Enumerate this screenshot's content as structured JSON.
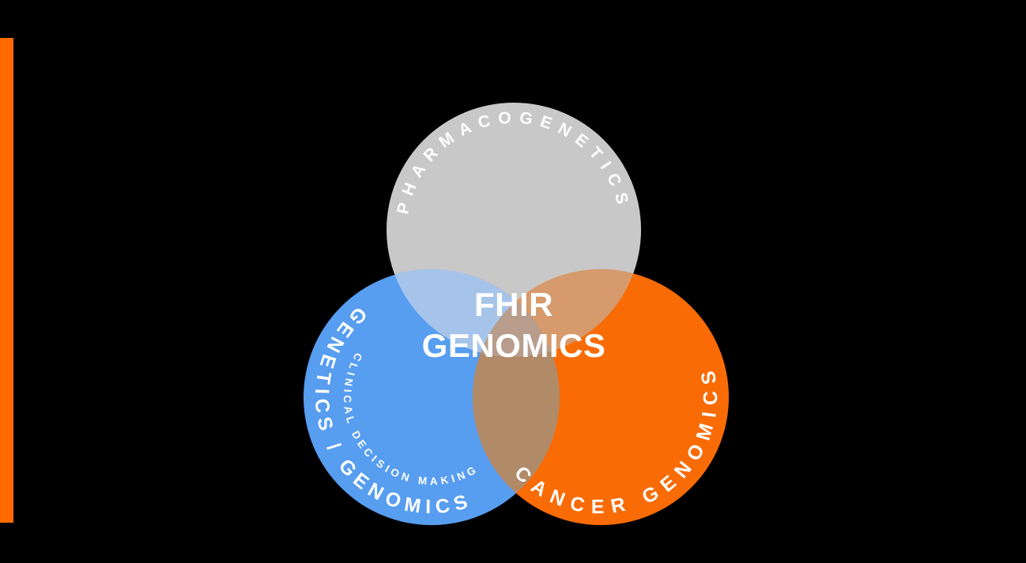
{
  "window": {
    "background": "#000000"
  },
  "accent_bar": {
    "color": "#FF6B00"
  },
  "venn": {
    "center": {
      "line1": "FHIR",
      "line2": "GENOMICS"
    },
    "sets": {
      "pharmacogenetics": {
        "label": "PHARMACOGENETICS"
      },
      "genetics_genomics": {
        "label": "GENETICS / GENOMICS",
        "sublabel": "CLINICAL DECISION MAKING"
      },
      "cancer_genomics": {
        "label": "CANCER GENOMICS"
      }
    },
    "colors": {
      "pharmacogenetics": "#C8C8C8",
      "genetics_genomics": "#579DF0",
      "cancer_genomics": "#F96B05",
      "overlap_pharma_genetics": "#A6C4EA",
      "overlap_pharma_cancer": "#D69A6C",
      "overlap_genetics_cancer": "#B18A68",
      "overlap_all": "#B89D8D",
      "text": "#FFFFFF"
    }
  }
}
